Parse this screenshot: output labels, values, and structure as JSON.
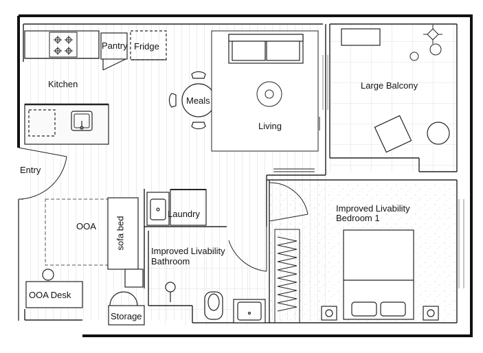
{
  "floorplan": {
    "rooms": {
      "pantry": "Pantry",
      "fridge": "Fridge",
      "kitchen": "Kitchen",
      "meals": "Meals",
      "living": "Living",
      "large_balcony": "Large Balcony",
      "entry": "Entry",
      "ooa": "OOA",
      "sofa_bed": "sofa bed",
      "laundry": "Laundry",
      "bathroom_line1": "Improved Livability",
      "bathroom_line2": "Bathroom",
      "bedroom_line1": "Improved Livability",
      "bedroom_line2": "Bedroom 1",
      "ooa_desk": "OOA Desk",
      "storage": "Storage"
    }
  }
}
